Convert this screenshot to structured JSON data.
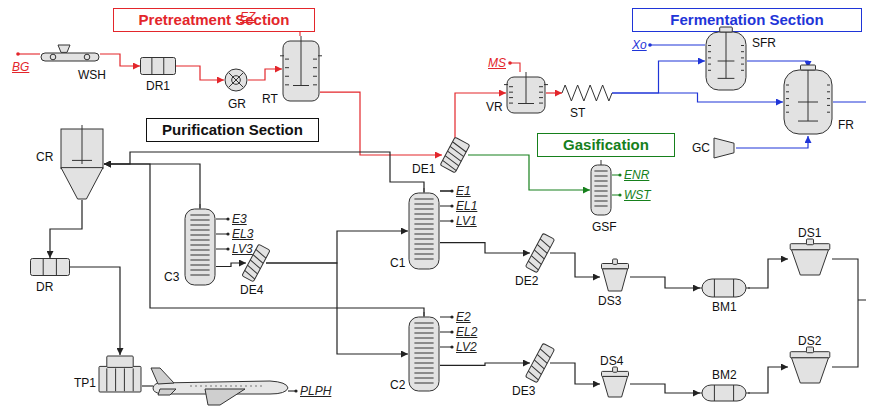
{
  "diagram": {
    "nodes": [
      {
        "text": [
          "Pretreatment Section"
        ]
      },
      {
        "text": [
          "Fermentation Section"
        ]
      },
      {
        "text": [
          "Gasification"
        ]
      },
      {
        "text": [
          "Purification Section"
        ]
      },
      {
        "text": [
          "WSH"
        ]
      },
      {
        "text": [
          "DR1"
        ]
      },
      {
        "text": [
          "GR"
        ]
      },
      {
        "text": [
          "RT"
        ]
      },
      {
        "text": [
          "DE1"
        ]
      },
      {
        "text": [
          "VR"
        ]
      },
      {
        "text": [
          "ST"
        ]
      },
      {
        "text": [
          "SFR"
        ]
      },
      {
        "text": [
          "FR"
        ]
      },
      {
        "text": [
          "GC"
        ]
      },
      {
        "text": [
          "GSF"
        ]
      },
      {
        "text": [
          "C1"
        ]
      },
      {
        "text": [
          "C2"
        ]
      },
      {
        "text": [
          "C3"
        ]
      },
      {
        "text": [
          "DE4"
        ]
      },
      {
        "text": [
          "DE2"
        ]
      },
      {
        "text": [
          "DE3"
        ]
      },
      {
        "text": [
          "DS3"
        ]
      },
      {
        "text": [
          "DS4"
        ]
      },
      {
        "text": [
          "BM1"
        ]
      },
      {
        "text": [
          "BM2"
        ]
      },
      {
        "text": [
          "DS1"
        ]
      },
      {
        "text": [
          "DS2"
        ]
      },
      {
        "text": [
          "CR"
        ]
      },
      {
        "text": [
          "DR"
        ]
      },
      {
        "text": [
          "TP1"
        ]
      }
    ],
    "edges": [
      {
        "from": 4,
        "to": 5,
        "arrow": "to"
      },
      {
        "from": 5,
        "to": 6,
        "arrow": "to"
      },
      {
        "from": 6,
        "to": 7,
        "arrow": "to"
      },
      {
        "from": 7,
        "to": 8,
        "arrow": "to"
      },
      {
        "from": 8,
        "to": 9,
        "arrow": "to"
      },
      {
        "from": 8,
        "to": 14,
        "arrow": "to"
      },
      {
        "from": 9,
        "to": 10,
        "arrow": "to"
      },
      {
        "from": 10,
        "to": 11,
        "arrow": "to"
      },
      {
        "from": 10,
        "to": 12,
        "arrow": "to"
      },
      {
        "from": 11,
        "to": 12,
        "arrow": "to"
      },
      {
        "from": 13,
        "to": 12,
        "arrow": "to"
      },
      {
        "from": 17,
        "to": 18,
        "arrow": "to"
      },
      {
        "from": 18,
        "to": 15,
        "arrow": "to"
      },
      {
        "from": 18,
        "to": 16,
        "arrow": "to"
      },
      {
        "from": 15,
        "to": 19,
        "arrow": "to"
      },
      {
        "from": 19,
        "to": 21,
        "arrow": "to"
      },
      {
        "from": 21,
        "to": 23,
        "arrow": "to"
      },
      {
        "from": 23,
        "to": 25,
        "arrow": "to"
      },
      {
        "from": 16,
        "to": 20,
        "arrow": "to"
      },
      {
        "from": 20,
        "to": 22,
        "arrow": "to"
      },
      {
        "from": 22,
        "to": 24,
        "arrow": "to"
      },
      {
        "from": 24,
        "to": 26,
        "arrow": "to"
      },
      {
        "from": 15,
        "to": 27,
        "arrow": "to"
      },
      {
        "from": 16,
        "to": 27,
        "arrow": "to"
      },
      {
        "from": 17,
        "to": 27,
        "arrow": "to"
      },
      {
        "from": 27,
        "to": 28,
        "arrow": "to"
      },
      {
        "from": 28,
        "to": 29,
        "arrow": "to"
      }
    ],
    "labels": [
      "BG",
      "EZ",
      "MS",
      "Xo",
      "E1",
      "EL1",
      "LV1",
      "E2",
      "EL2",
      "LV2",
      "E3",
      "EL3",
      "LV3",
      "ENR",
      "WST",
      "PLPH"
    ]
  }
}
